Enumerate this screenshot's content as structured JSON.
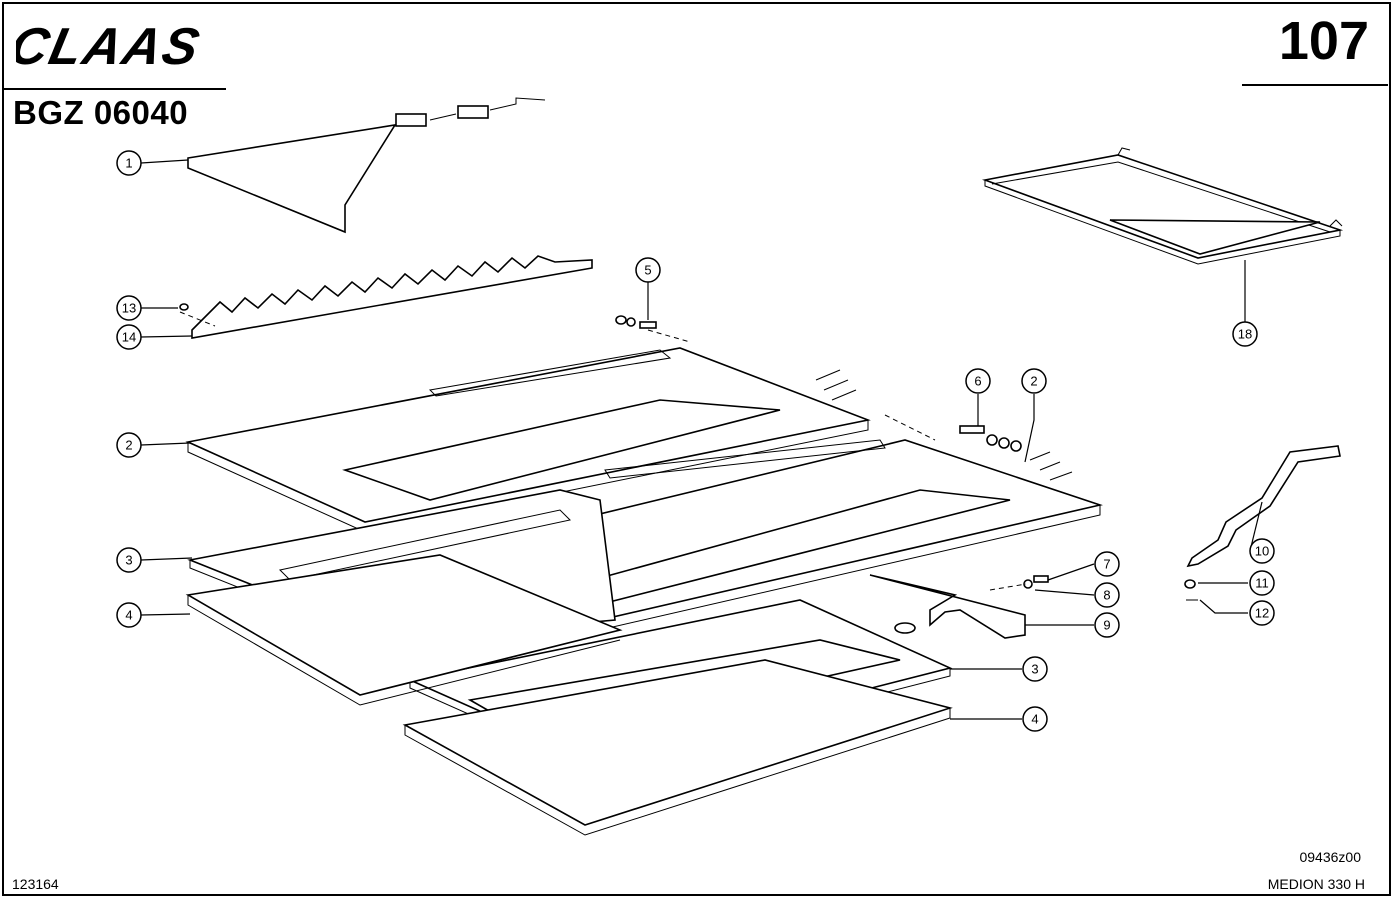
{
  "header": {
    "brand": "CLAAS",
    "page_number": "107",
    "doc_code": "BGZ 06040"
  },
  "footer": {
    "left_code": "123164",
    "drawing_number": "09436z00",
    "model": "MEDION 330 H"
  },
  "callouts": [
    {
      "id": "c1",
      "label": "1"
    },
    {
      "id": "c2a",
      "label": "2"
    },
    {
      "id": "c2b",
      "label": "2"
    },
    {
      "id": "c3a",
      "label": "3"
    },
    {
      "id": "c3b",
      "label": "3"
    },
    {
      "id": "c4a",
      "label": "4"
    },
    {
      "id": "c4b",
      "label": "4"
    },
    {
      "id": "c5",
      "label": "5"
    },
    {
      "id": "c6",
      "label": "6"
    },
    {
      "id": "c7",
      "label": "7"
    },
    {
      "id": "c8",
      "label": "8"
    },
    {
      "id": "c9",
      "label": "9"
    },
    {
      "id": "c10",
      "label": "10"
    },
    {
      "id": "c11",
      "label": "11"
    },
    {
      "id": "c12",
      "label": "12"
    },
    {
      "id": "c13",
      "label": "13"
    },
    {
      "id": "c14",
      "label": "14"
    },
    {
      "id": "c18",
      "label": "18"
    }
  ]
}
